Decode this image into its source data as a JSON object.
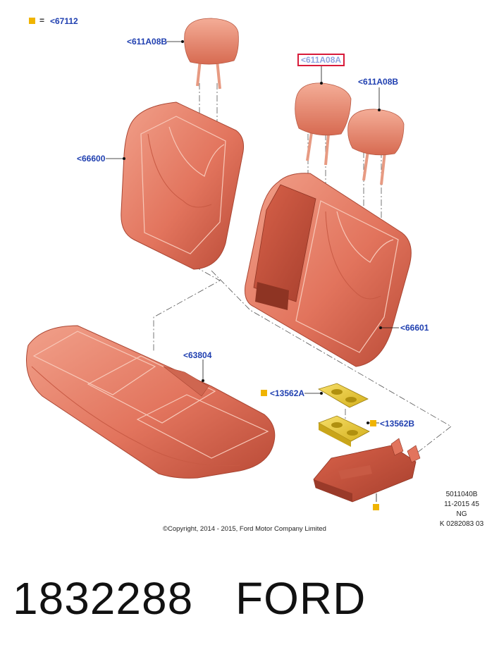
{
  "legend": {
    "symbol": "=",
    "code": "<67112"
  },
  "callouts": {
    "headrest_left": "<611A08B",
    "headrest_center": "<611A08A",
    "headrest_right": "<611A08B",
    "backrest_left": "<66600",
    "backrest_right": "<66601",
    "cushion": "<63804",
    "cupholder_a": "<13562A",
    "cupholder_b": "<13562B"
  },
  "reference": {
    "line1": "5011040B",
    "line2": "11-2015 45",
    "line3": "NG",
    "line4": "K 0282083 03"
  },
  "copyright": "©Copyright, 2014 - 2015, Ford Motor Company Limited",
  "part_number": "1832288",
  "brand": "FORD",
  "colors": {
    "seat": "#e2745d",
    "seat_dark": "#b94a36",
    "marker": "#f0b400",
    "callout": "#1f3fb0",
    "highlight_border": "#d81b3a"
  }
}
